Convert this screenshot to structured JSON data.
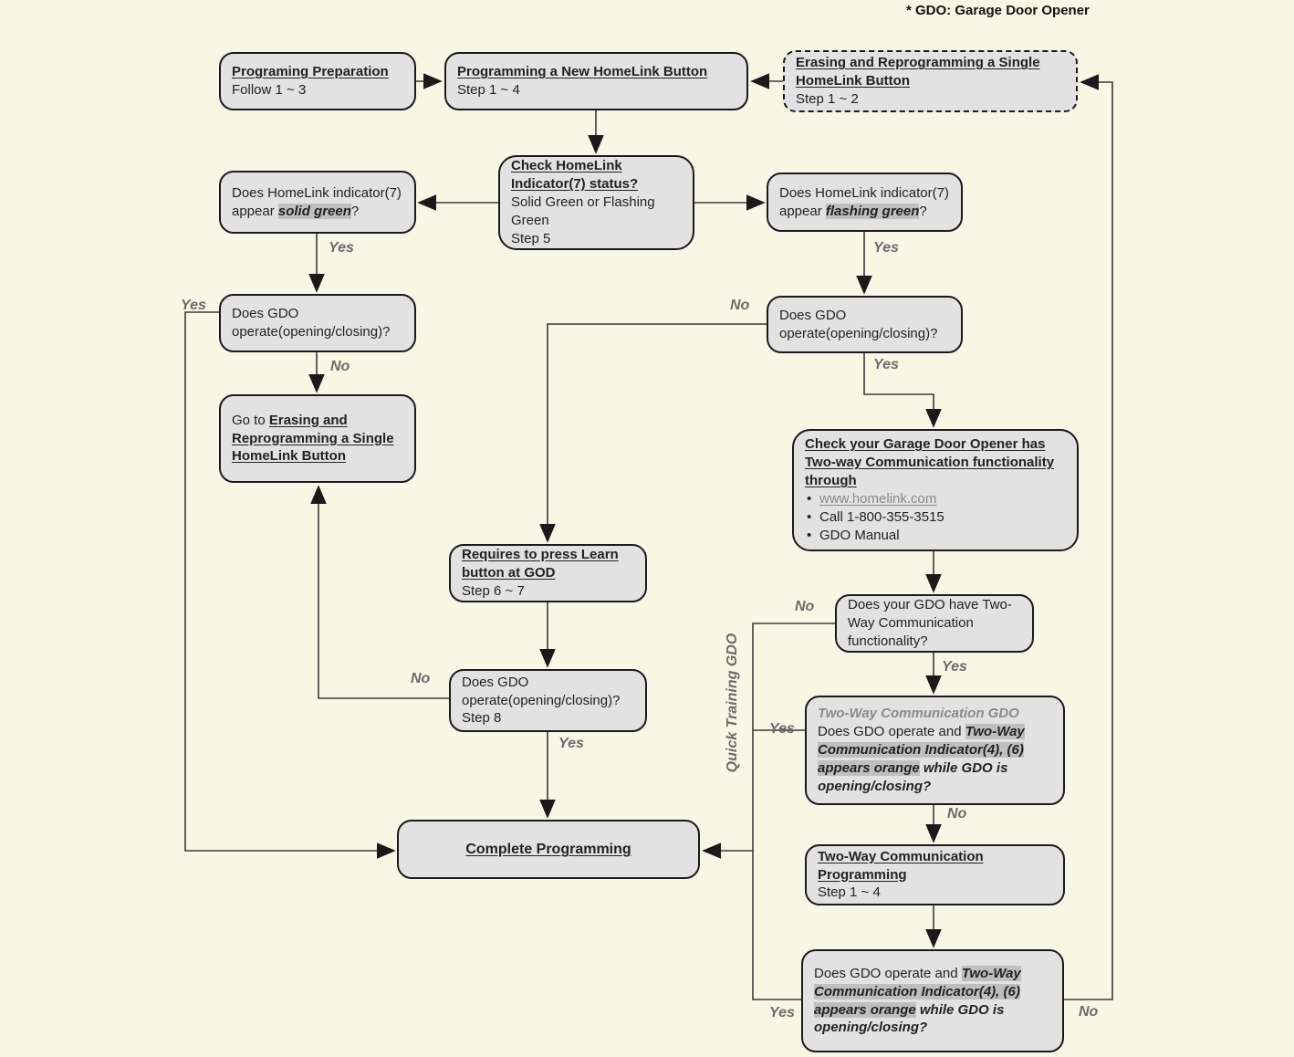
{
  "note": "* GDO: Garage Door Opener",
  "side_label": "Quick Training GDO",
  "labels": {
    "yes": "Yes",
    "no": "No"
  },
  "colors": {
    "background": "#f8f6e5",
    "box_fill": "#e2e2e2",
    "box_border": "#1a1a1a",
    "highlight": "#bfbfbf",
    "muted_text": "#8a8a8a",
    "yes_no_text": "#6b6b6b"
  },
  "nodes": {
    "prep": {
      "title": "Programing Preparation",
      "sub": "Follow 1 ~ 3"
    },
    "new_button": {
      "title": "Programming a New HomeLink Button",
      "sub": "Step 1 ~ 4"
    },
    "erase_reprogram": {
      "title": "Erasing and Reprogramming a Single HomeLink Button",
      "sub": "Step 1 ~ 2"
    },
    "check_indicator": {
      "title": "Check HomeLink Indicator(7) status?",
      "sub1": "Solid Green or Flashing Green",
      "sub2": "Step 5"
    },
    "solid_green": {
      "pre": "Does HomeLink indicator(7) appear ",
      "hl": "solid green",
      "post": "?"
    },
    "flashing_green": {
      "pre": "Does HomeLink indicator(7) appear ",
      "hl": "flashing green",
      "post": "?"
    },
    "gdo_operate_left": {
      "text": "Does GDO operate(opening/closing)?"
    },
    "goto_erase": {
      "pre": "Go to ",
      "link": "Erasing and Reprogramming a Single HomeLink Button"
    },
    "gdo_operate_right": {
      "text": "Does GDO operate(opening/closing)?"
    },
    "check_gdo_twoway": {
      "title": "Check your Garage Door Opener has Two-way Communication functionality through",
      "bullets": [
        "www.homelink.com",
        "Call 1-800-355-3515",
        "GDO Manual"
      ]
    },
    "have_twoway": {
      "text": "Does your GDO have Two-Way Communication functionality?"
    },
    "twoway_gdo": {
      "title": "Two-Way Communication GDO",
      "pre": "Does GDO operate and ",
      "hl": "Two-Way Communication Indicator(4), (6) appears orange",
      "post": " while GDO is opening/closing?"
    },
    "twoway_programming": {
      "title": "Two-Way Communication Programming",
      "sub": "Step 1 ~ 4"
    },
    "twoway_check2": {
      "pre": "Does GDO operate and ",
      "hl": "Two-Way Communication Indicator(4), (6) appears orange",
      "post": " while GDO is opening/closing?"
    },
    "press_learn": {
      "title": "Requires to press Learn button at GOD",
      "sub": "Step 6 ~ 7"
    },
    "gdo_operate_step8": {
      "text": "Does GDO operate(opening/closing)?",
      "sub": "Step 8"
    },
    "complete": {
      "title": "Complete Programming"
    }
  }
}
